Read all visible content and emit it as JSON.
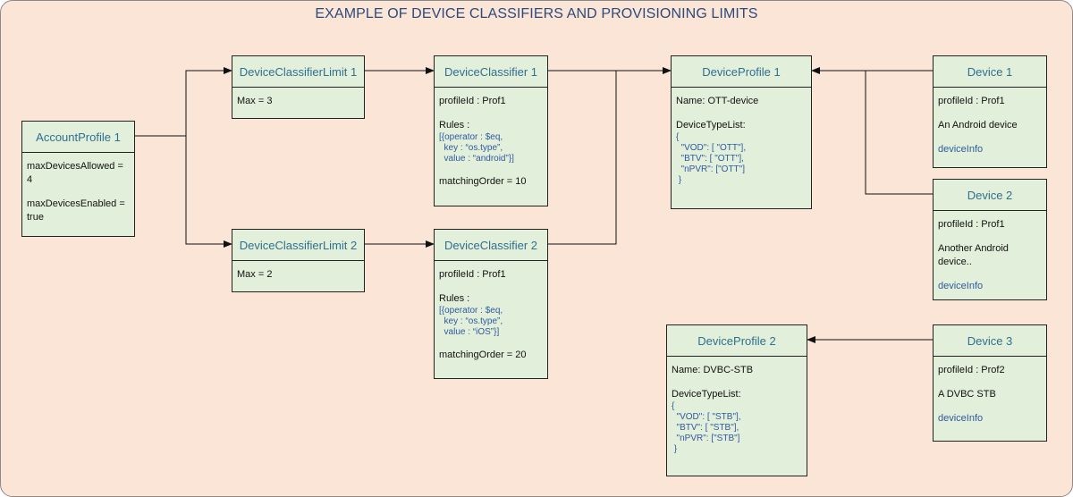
{
  "title": "EXAMPLE OF DEVICE CLASSIFIERS AND PROVISIONING LIMITS",
  "account_profile": {
    "name": "AccountProfile 1",
    "lines": [
      "maxDevicesAllowed = 4",
      "maxDevicesEnabled = true"
    ]
  },
  "classifier_limits": [
    {
      "name": "DeviceClassifierLimit 1",
      "max": "Max = 3"
    },
    {
      "name": "DeviceClassifierLimit 2",
      "max": "Max = 2"
    }
  ],
  "classifiers": [
    {
      "name": "DeviceClassifier 1",
      "profile": "profileId : Prof1",
      "rules_label": "Rules :",
      "rules": "[{operator : $eq,\n  key : “os.type”,\n  value : “android”}]",
      "order": "matchingOrder = 10"
    },
    {
      "name": "DeviceClassifier 2",
      "profile": "profileId : Prof1",
      "rules_label": "Rules :",
      "rules": "[{operator : $eq,\n  key : “os.type”,\n  value : “iOS”}]",
      "order": "matchingOrder = 20"
    }
  ],
  "device_profiles": [
    {
      "name": "DeviceProfile 1",
      "profile_name": "Name: OTT-device",
      "list_label": "DeviceTypeList:",
      "list": "{\n  \"VOD\": [ \"OTT\"],\n  \"BTV\": [ \"OTT\"],\n  \"nPVR\": [\"OTT\"]\n }"
    },
    {
      "name": "DeviceProfile 2",
      "profile_name": "Name: DVBC-STB",
      "list_label": "DeviceTypeList:",
      "list": "{\n  \"VOD\": [ \"STB\"],\n  \"BTV\": [ \"STB\"],\n  \"nPVR\": [\"STB\"]\n }"
    }
  ],
  "devices": [
    {
      "name": "Device 1",
      "profile": "profileId : Prof1",
      "desc": "An Android device",
      "info": "deviceInfo"
    },
    {
      "name": "Device 2",
      "profile": "profileId : Prof1",
      "desc": "Another Android device..",
      "info": "deviceInfo"
    },
    {
      "name": "Device 3",
      "profile": "profileId : Prof2",
      "desc": "A DVBC STB",
      "info": "deviceInfo"
    }
  ],
  "colors": {
    "background": "#fbe5d6",
    "box_fill": "#e2efda",
    "header_text": "#2f6f8f",
    "accent_text": "#2f5aa0",
    "title": "#2e4a7a"
  }
}
